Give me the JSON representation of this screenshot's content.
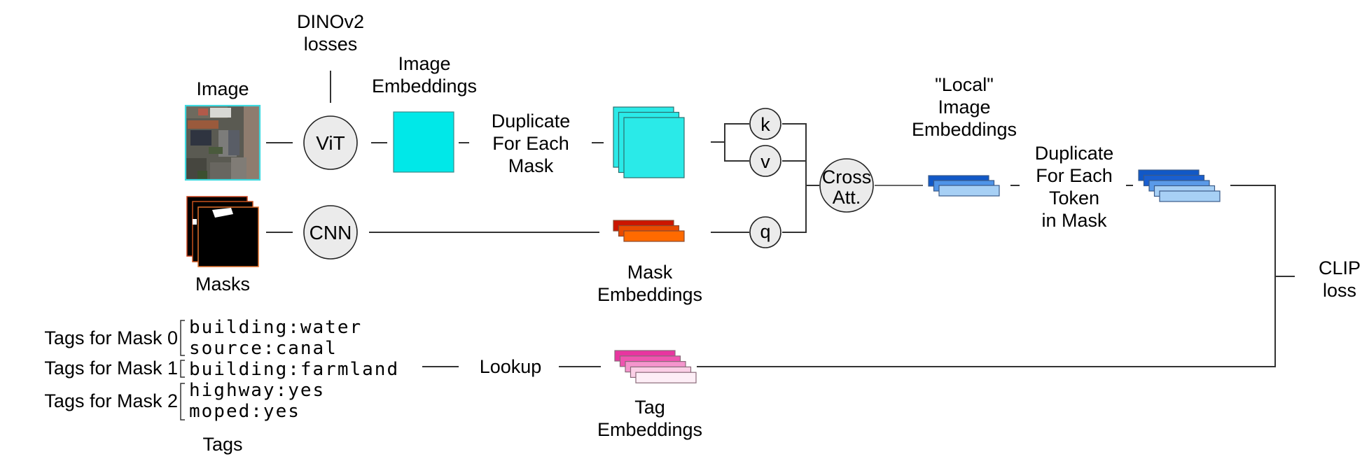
{
  "diagram": {
    "inputs": {
      "image_label": "Image",
      "masks_label": "Masks",
      "tags_label": "Tags"
    },
    "dino_label": [
      "DINOv2",
      "losses"
    ],
    "nodes": {
      "vit": "ViT",
      "cnn": "CNN",
      "k": "k",
      "v": "v",
      "q": "q",
      "cross_att": [
        "Cross",
        "Att."
      ]
    },
    "labels": {
      "image_embeddings": [
        "Image",
        "Embeddings"
      ],
      "duplicate_mask": [
        "Duplicate",
        "For Each",
        "Mask"
      ],
      "mask_embeddings": [
        "Mask",
        "Embeddings"
      ],
      "local_embeddings": [
        "\"Local\"",
        "Image",
        "Embeddings"
      ],
      "duplicate_token": [
        "Duplicate",
        "For Each",
        "Token",
        "in Mask"
      ],
      "clip_loss": [
        "CLIP",
        "loss"
      ],
      "lookup": "Lookup",
      "tag_embeddings": [
        "Tag",
        "Embeddings"
      ]
    },
    "tag_groups": [
      {
        "label": "Tags for Mask 0",
        "tags": [
          "building:water",
          "source:canal"
        ]
      },
      {
        "label": "Tags for Mask 1",
        "tags": [
          "building:farmland"
        ]
      },
      {
        "label": "Tags for Mask 2",
        "tags": [
          "highway:yes",
          "moped:yes"
        ]
      }
    ],
    "colors": {
      "image_embedding": "#00e8e8",
      "dup_image_embedding": "#2aeae8",
      "mask_embeddings": [
        "#cc1500",
        "#e84a00",
        "#ff6a00"
      ],
      "local_embeddings": [
        "#1158c7",
        "#4f94e8",
        "#a7d0f5"
      ],
      "token_embeddings": [
        "#1158c7",
        "#1a5fd0",
        "#5a9ae8",
        "#a7d0f5",
        "#a7d0f5"
      ],
      "tag_embeddings": [
        "#e835a0",
        "#ef55b0",
        "#f595cd",
        "#fbcfe6",
        "#fdeef6"
      ],
      "image_border": "#3cd8de",
      "mask_borders": [
        "#c8401c",
        "#c8501c",
        "#e0702c"
      ]
    }
  }
}
